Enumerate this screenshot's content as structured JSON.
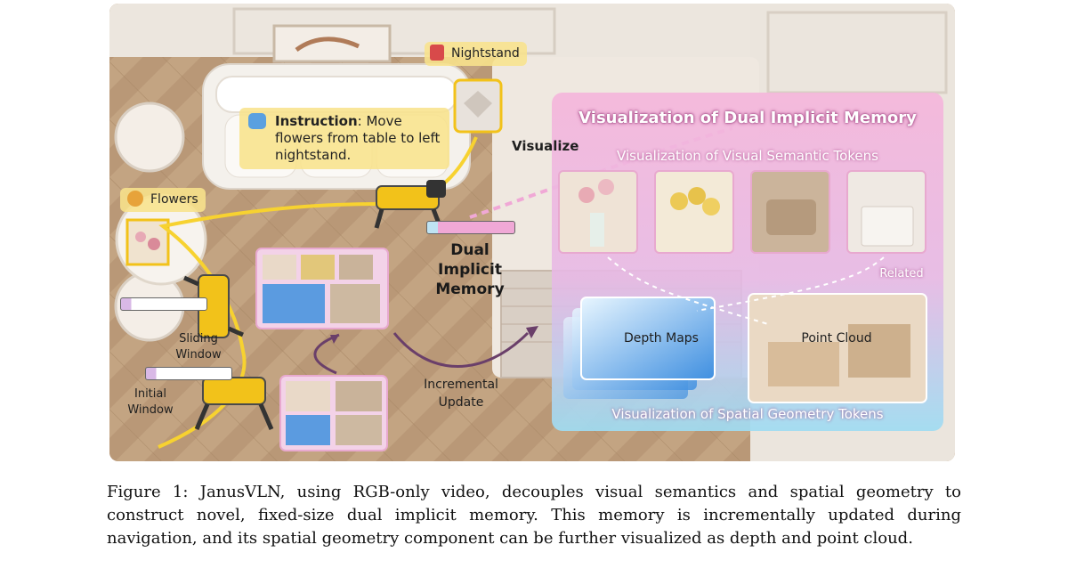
{
  "figure": {
    "labels": {
      "nightstand": "Nightstand",
      "instruction_prefix": "Instruction",
      "instruction_text": ": Move flowers from table to left nightstand.",
      "flowers": "Flowers",
      "visualize": "Visualize",
      "dual_implicit_memory": "Dual Implicit Memory",
      "sliding_window": "Sliding Window",
      "initial_window": "Initial Window",
      "incremental_update": "Incremental Update"
    },
    "panel": {
      "title": "Visualization of Dual Implicit Memory",
      "semantic_title": "Visualization of Visual Semantic Tokens",
      "related": "Related",
      "depth_maps": "Depth Maps",
      "point_cloud": "Point Cloud",
      "spatial_title": "Visualization of Spatial Geometry Tokens"
    },
    "colors": {
      "robot": "#f2c21a",
      "path": "#f7d230",
      "panel_pink": "#f2a6d2",
      "panel_blue": "#8fd3ee",
      "callout": "#f8e28c"
    },
    "icons": [
      "nightstand-icon",
      "instruction-icon",
      "flowers-icon"
    ]
  },
  "caption": {
    "text": "Figure 1: JanusVLN, using RGB-only video, decouples visual semantics and spatial geometry to construct novel, fixed-size dual implicit memory. This memory is incrementally updated during navigation, and its spatial geometry component can be further visualized as depth and point cloud."
  }
}
